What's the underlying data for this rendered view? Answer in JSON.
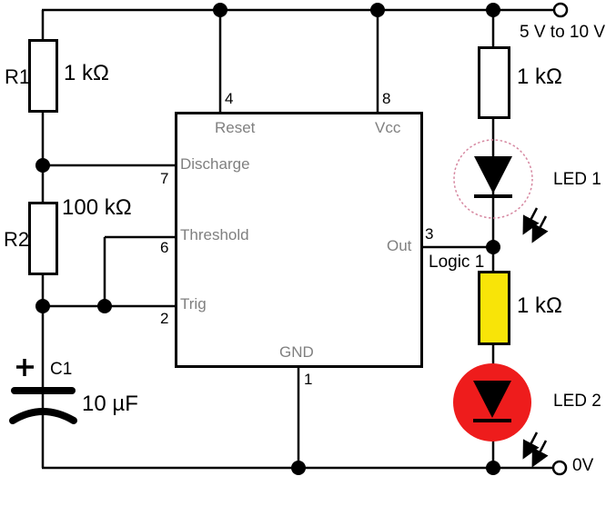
{
  "components": {
    "r1": {
      "ref": "R1",
      "value": "1 kΩ"
    },
    "r2": {
      "ref": "R2",
      "value": "100 kΩ"
    },
    "c1": {
      "ref": "C1",
      "value": "10 µF"
    },
    "r3": {
      "value": "1 kΩ"
    },
    "r4": {
      "value": "1 kΩ"
    },
    "led1": {
      "label": "LED 1"
    },
    "led2": {
      "label": "LED 2"
    }
  },
  "ic": {
    "pins": {
      "reset": {
        "name": "Reset",
        "number": "4"
      },
      "vcc": {
        "name": "Vcc",
        "number": "8"
      },
      "discharge": {
        "name": "Discharge",
        "number": "7"
      },
      "threshold": {
        "name": "Threshold",
        "number": "6"
      },
      "trig": {
        "name": "Trig",
        "number": "2"
      },
      "out": {
        "name": "Out",
        "number": "3"
      },
      "gnd": {
        "name": "GND",
        "number": "1"
      }
    }
  },
  "annotations": {
    "supply": "5 V to 10 V",
    "ground": "0V",
    "logic": "Logic 1",
    "cap_polarity": "+"
  },
  "colors": {
    "wire": "#000000",
    "pin_label": "#808080",
    "led1_outline": "#d687a0",
    "led2_fill": "#ee1c1c",
    "resistor_yellow": "#f8e408"
  }
}
